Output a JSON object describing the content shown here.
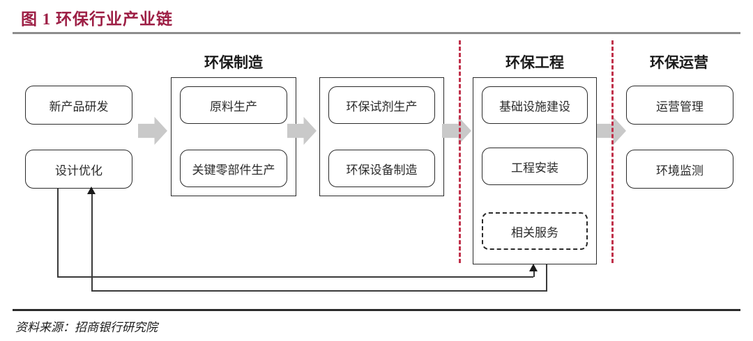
{
  "figure": {
    "title": "图 1 环保行业产业链",
    "source": "资料来源：招商银行研究院",
    "title_color": "#9d1f45",
    "accent_divider_color": "#c0304a",
    "arrow_color": "#c9c9c9"
  },
  "stages": [
    {
      "id": "rd",
      "title": "",
      "nodes": [
        {
          "label": "新产品研发",
          "style": "solid"
        },
        {
          "label": "设计优化",
          "style": "solid"
        }
      ]
    },
    {
      "id": "manufacturing-upstream",
      "title": "环保制造",
      "nodes": [
        {
          "label": "原料生产",
          "style": "solid"
        },
        {
          "label": "关键零部件生产",
          "style": "solid"
        }
      ]
    },
    {
      "id": "manufacturing-downstream",
      "title": "",
      "nodes": [
        {
          "label": "环保试剂生产",
          "style": "solid"
        },
        {
          "label": "环保设备制造",
          "style": "solid"
        }
      ]
    },
    {
      "id": "engineering",
      "title": "环保工程",
      "nodes": [
        {
          "label": "基础设施建设",
          "style": "solid"
        },
        {
          "label": "工程安装",
          "style": "solid"
        },
        {
          "label": "相关服务",
          "style": "dashed"
        }
      ]
    },
    {
      "id": "operations",
      "title": "环保运营",
      "nodes": [
        {
          "label": "运营管理",
          "style": "solid"
        },
        {
          "label": "环境监测",
          "style": "solid"
        }
      ]
    }
  ],
  "flow_arrows": [
    {
      "name": "rd-to-manufacturing"
    },
    {
      "name": "manufacturing-upstream-to-downstream"
    },
    {
      "name": "manufacturing-to-engineering"
    },
    {
      "name": "engineering-to-operations"
    }
  ],
  "feedback_loops": [
    {
      "name": "engineering-to-design-optimization"
    },
    {
      "name": "design-optimization-to-engineering"
    }
  ]
}
